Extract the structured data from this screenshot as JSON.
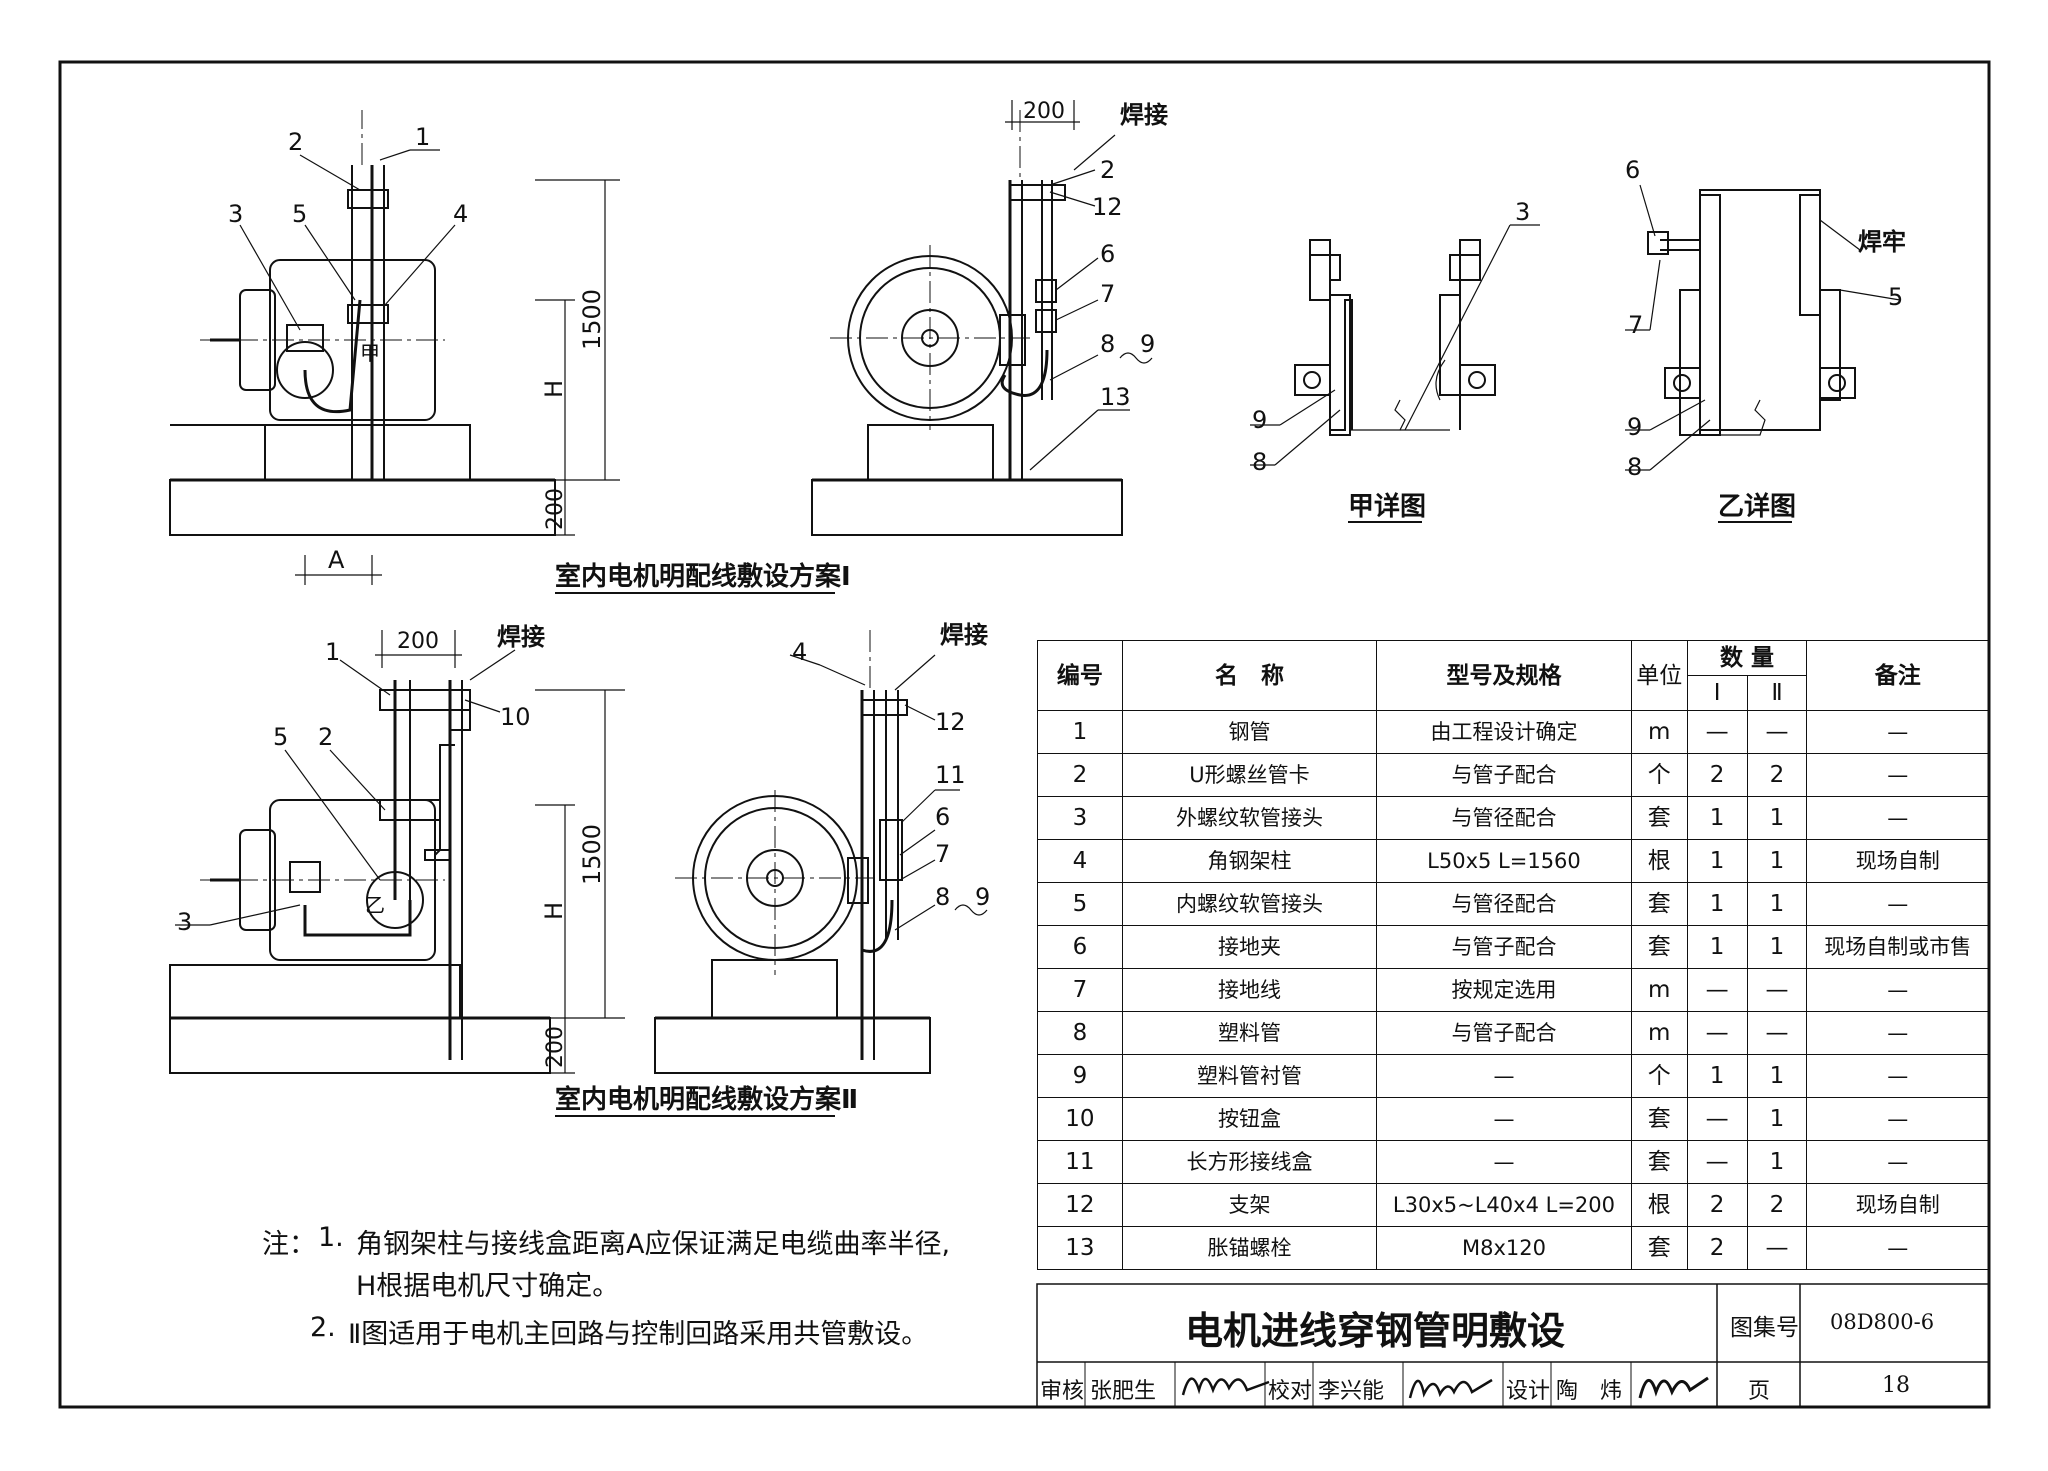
{
  "drawing": {
    "scheme1_caption": "室内电机明配线敷设方案Ⅰ",
    "scheme2_caption": "室内电机明配线敷设方案Ⅱ",
    "detail_a_caption": "甲详图",
    "detail_b_caption": "乙详图",
    "weld_label": "焊接",
    "weld_firm_label": "焊牢",
    "dim_200": "200",
    "dim_1500": "1500",
    "dim_H": "H",
    "dim_A": "A",
    "mark_jia": "甲",
    "mark_yi": "乙",
    "callouts": {
      "n1": "1",
      "n2": "2",
      "n3": "3",
      "n4": "4",
      "n5": "5",
      "n6": "6",
      "n7": "7",
      "n8": "8",
      "n9": "9",
      "n10": "10",
      "n11": "11",
      "n12": "12",
      "n13": "13"
    }
  },
  "notes": {
    "prefix": "注：",
    "items": [
      {
        "num": "1.",
        "line1": "角钢架柱与接线盒距离A应保证满足电缆曲率半径,",
        "line2": "H根据电机尺寸确定。"
      },
      {
        "num": "2.",
        "line1": "Ⅱ图适用于电机主回路与控制回路采用共管敷设。"
      }
    ]
  },
  "parts_table": {
    "headers": {
      "num": "编号",
      "name": "名　称",
      "spec": "型号及规格",
      "unit": "单位",
      "qty": "数 量",
      "qty_1": "Ⅰ",
      "qty_2": "Ⅱ",
      "remark": "备注"
    },
    "rows": [
      {
        "no": "1",
        "name": "钢管",
        "spec": "由工程设计确定",
        "unit": "m",
        "q1": "—",
        "q2": "—",
        "remark": "—"
      },
      {
        "no": "2",
        "name": "U形螺丝管卡",
        "spec": "与管子配合",
        "unit": "个",
        "q1": "2",
        "q2": "2",
        "remark": "—"
      },
      {
        "no": "3",
        "name": "外螺纹软管接头",
        "spec": "与管径配合",
        "unit": "套",
        "q1": "1",
        "q2": "1",
        "remark": "—"
      },
      {
        "no": "4",
        "name": "角钢架柱",
        "spec": "L50x5  L=1560",
        "unit": "根",
        "q1": "1",
        "q2": "1",
        "remark": "现场自制"
      },
      {
        "no": "5",
        "name": "内螺纹软管接头",
        "spec": "与管径配合",
        "unit": "套",
        "q1": "1",
        "q2": "1",
        "remark": "—"
      },
      {
        "no": "6",
        "name": "接地夹",
        "spec": "与管子配合",
        "unit": "套",
        "q1": "1",
        "q2": "1",
        "remark": "现场自制或市售"
      },
      {
        "no": "7",
        "name": "接地线",
        "spec": "按规定选用",
        "unit": "m",
        "q1": "—",
        "q2": "—",
        "remark": "—"
      },
      {
        "no": "8",
        "name": "塑料管",
        "spec": "与管子配合",
        "unit": "m",
        "q1": "—",
        "q2": "—",
        "remark": "—"
      },
      {
        "no": "9",
        "name": "塑料管衬管",
        "spec": "—",
        "unit": "个",
        "q1": "1",
        "q2": "1",
        "remark": "—"
      },
      {
        "no": "10",
        "name": "按钮盒",
        "spec": "—",
        "unit": "套",
        "q1": "—",
        "q2": "1",
        "remark": "—"
      },
      {
        "no": "11",
        "name": "长方形接线盒",
        "spec": "—",
        "unit": "套",
        "q1": "—",
        "q2": "1",
        "remark": "—"
      },
      {
        "no": "12",
        "name": "支架",
        "spec": "L30x5~L40x4  L=200",
        "unit": "根",
        "q1": "2",
        "q2": "2",
        "remark": "现场自制"
      },
      {
        "no": "13",
        "name": "胀锚螺栓",
        "spec": "M8x120",
        "unit": "套",
        "q1": "2",
        "q2": "—",
        "remark": "—"
      }
    ]
  },
  "title_block": {
    "title": "电机进线穿钢管明敷设",
    "atlas_label": "图集号",
    "atlas_no": "08D800-6",
    "review_label": "审核",
    "reviewer": "张肥生",
    "check_label": "校对",
    "checker": "李兴能",
    "design_label": "设计",
    "designer": "陶　炜",
    "page_label": "页",
    "page_no": "18"
  }
}
